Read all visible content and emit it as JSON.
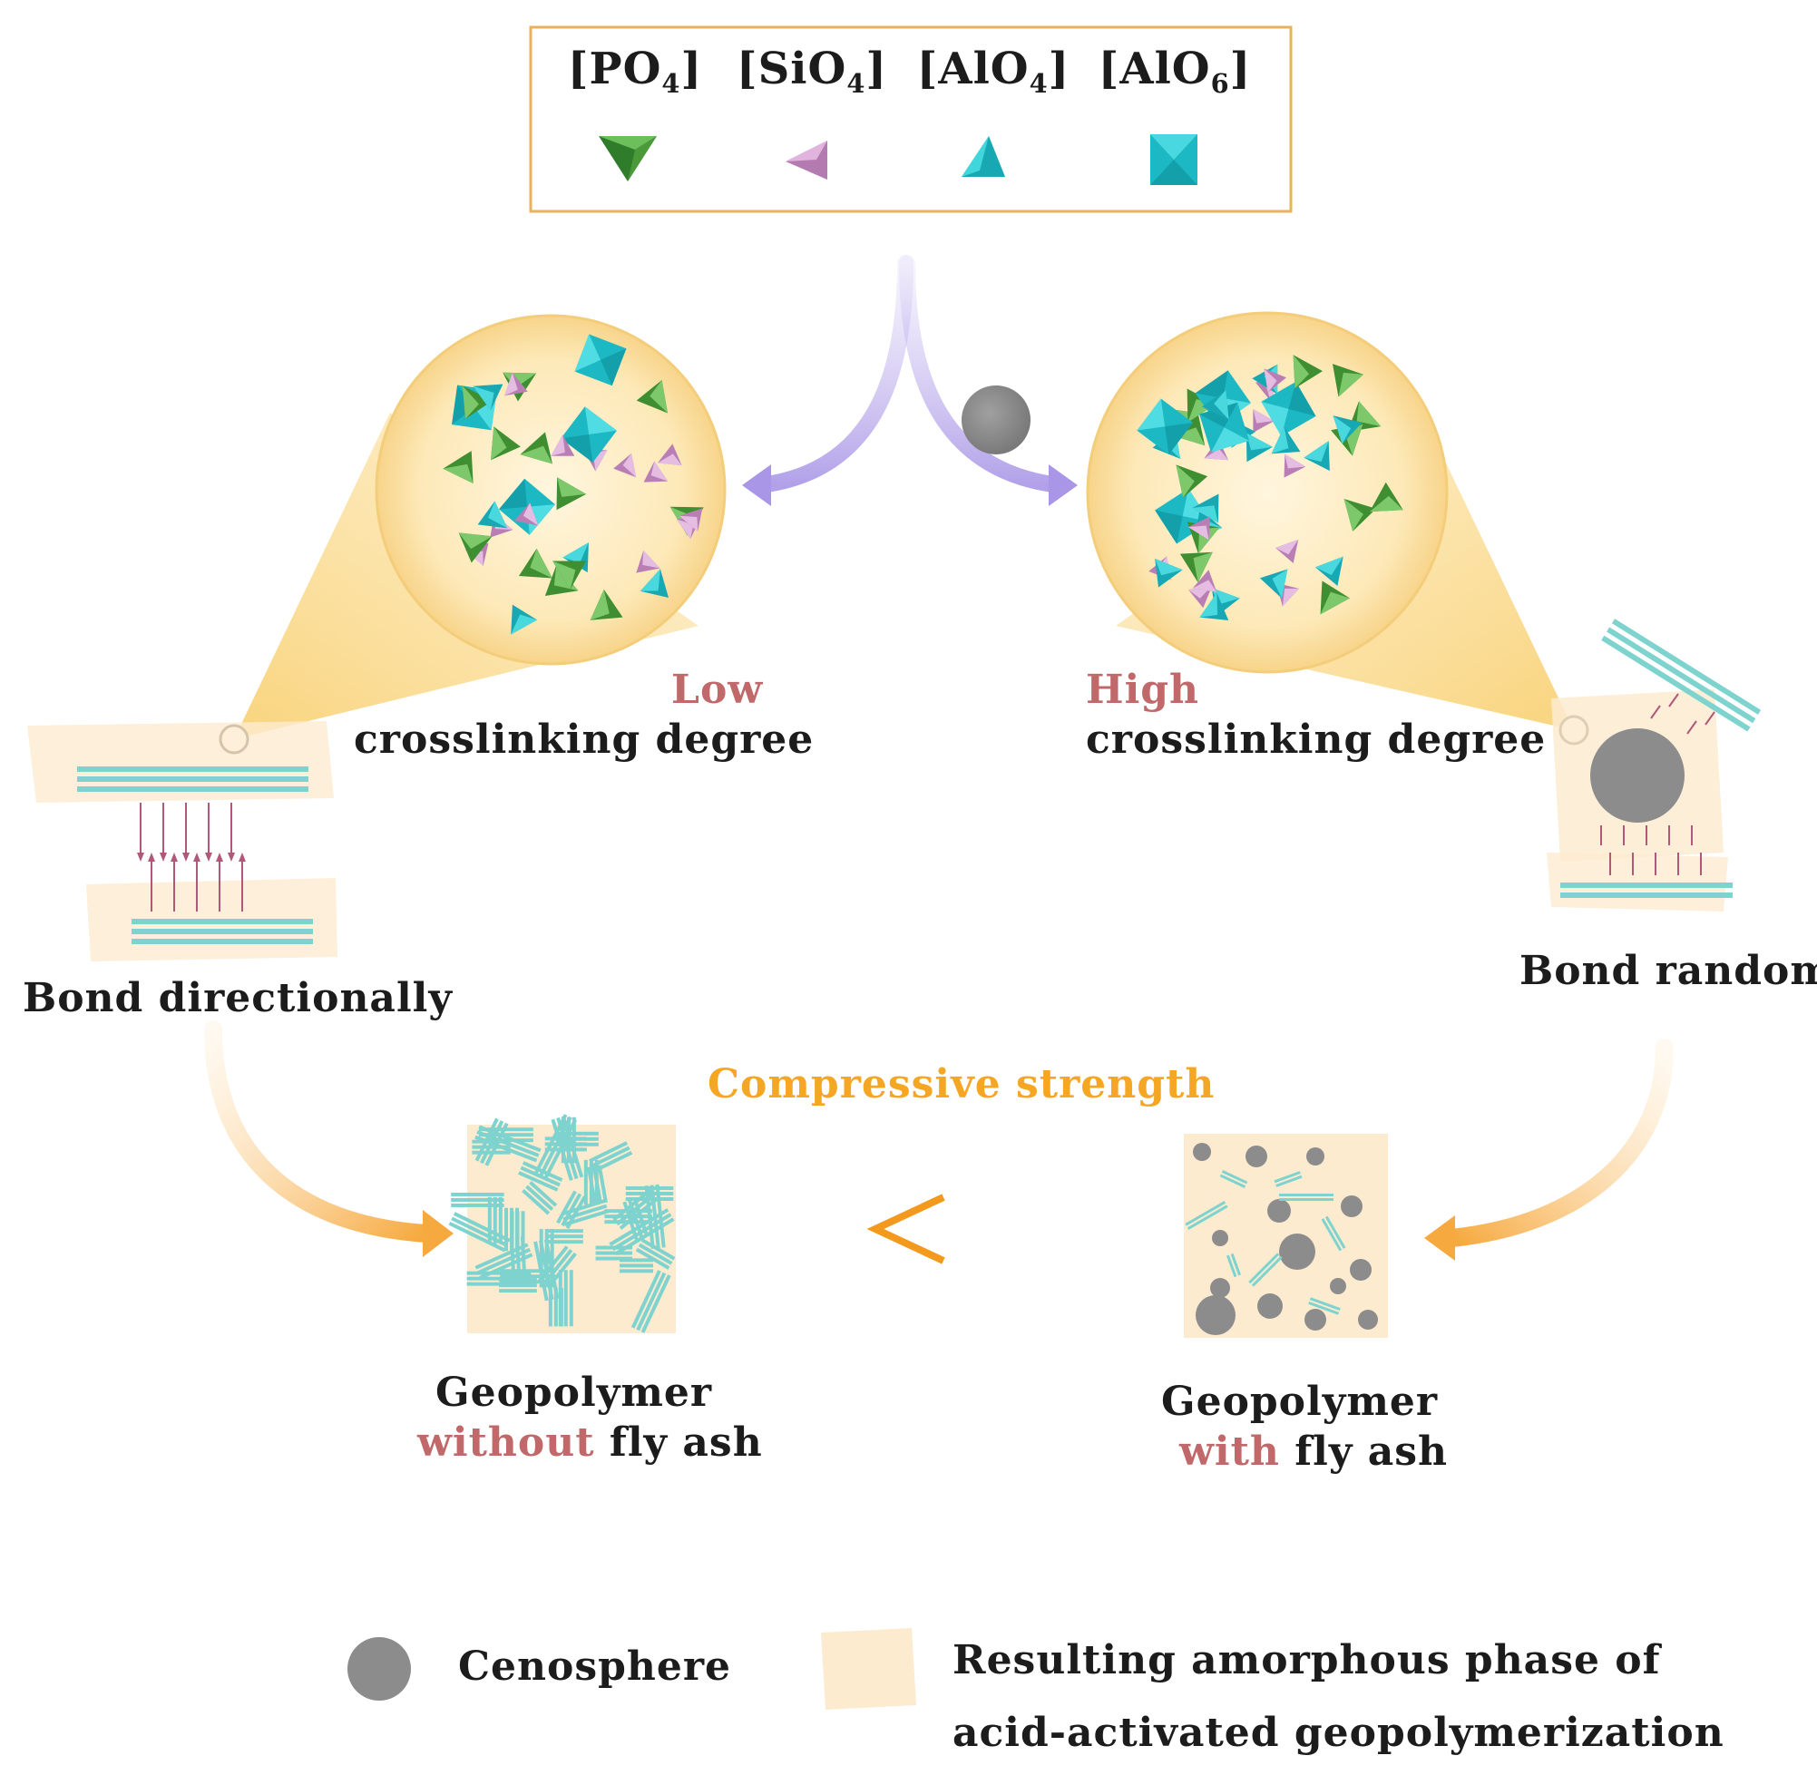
{
  "legend_box": {
    "items": [
      {
        "label_base": "[PO",
        "label_sub": "4",
        "label_end": "]",
        "icon": "green-tetrahedron-icon",
        "color": "#4a9a3a"
      },
      {
        "label_base": "[SiO",
        "label_sub": "4",
        "label_end": "]",
        "icon": "pink-tetrahedron-icon",
        "color": "#c88fc4"
      },
      {
        "label_base": "[AlO",
        "label_sub": "4",
        "label_end": "]",
        "icon": "cyan-tetrahedron-icon",
        "color": "#1cb8c4"
      },
      {
        "label_base": "[AlO",
        "label_sub": "6",
        "label_end": "]",
        "icon": "cyan-octahedron-icon",
        "color": "#22c4cc"
      }
    ]
  },
  "left_branch": {
    "level": "Low",
    "crosslinking": "crosslinking degree",
    "bond": "Bond directionally"
  },
  "right_branch": {
    "level": "High",
    "crosslinking": "crosslinking degree",
    "bond": "Bond random"
  },
  "comparison": {
    "title": "Compressive strength",
    "symbol": "<"
  },
  "results": {
    "left_title": "Geopolymer",
    "left_highlight": "without",
    "left_rest": " fly ash",
    "right_title": "Geopolymer",
    "right_highlight": "with",
    "right_rest": " fly ash"
  },
  "bottom_legend": {
    "cenosphere": "Cenosphere",
    "amorphous_line1": "Resulting amorphous phase of",
    "amorphous_line2": "acid-activated geopolymerization"
  },
  "colors": {
    "legend_border": "#e8b25c",
    "magnifier_fill": "#fbe3a6",
    "arrow_purple": "#b9a8e8",
    "arrow_orange": "#f6b04a",
    "cenosphere_gray": "#8c8c8c",
    "sheet_teal": "#7fd3cf",
    "amorphous_beige": "#fdebd0"
  }
}
